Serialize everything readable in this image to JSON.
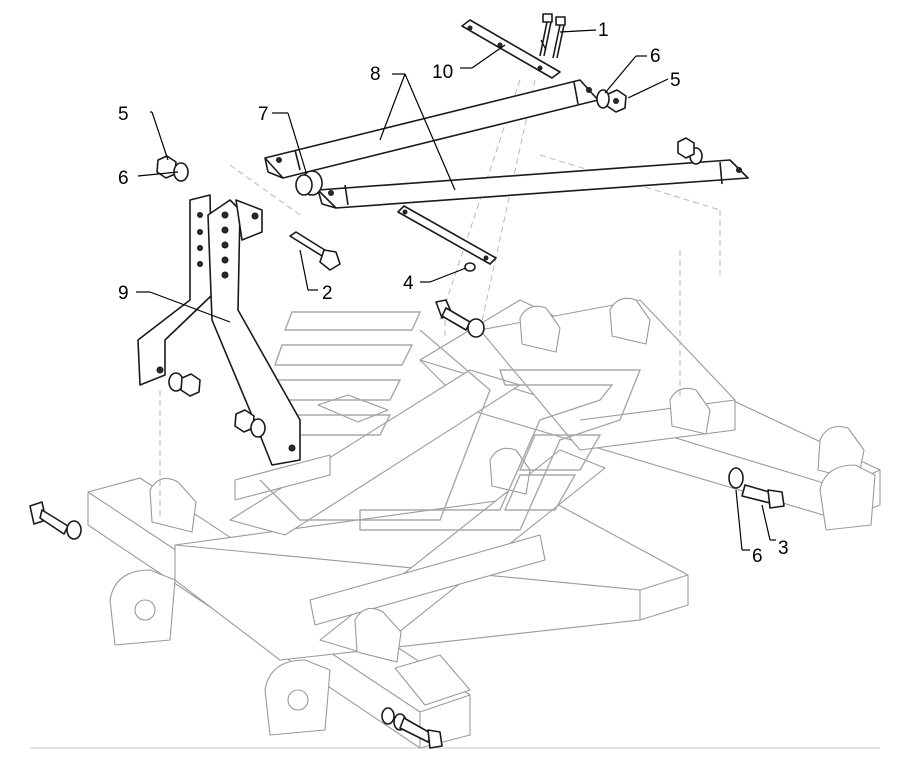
{
  "diagram": {
    "callouts": [
      {
        "id": "c1",
        "label": "1"
      },
      {
        "id": "c2",
        "label": "2"
      },
      {
        "id": "c3",
        "label": "3"
      },
      {
        "id": "c4",
        "label": "4"
      },
      {
        "id": "c5a",
        "label": "5"
      },
      {
        "id": "c5b",
        "label": "5"
      },
      {
        "id": "c6a",
        "label": "6"
      },
      {
        "id": "c6b",
        "label": "6"
      },
      {
        "id": "c6c",
        "label": "6"
      },
      {
        "id": "c7",
        "label": "7"
      },
      {
        "id": "c8",
        "label": "8"
      },
      {
        "id": "c9",
        "label": "9"
      },
      {
        "id": "c10",
        "label": "10"
      }
    ]
  }
}
